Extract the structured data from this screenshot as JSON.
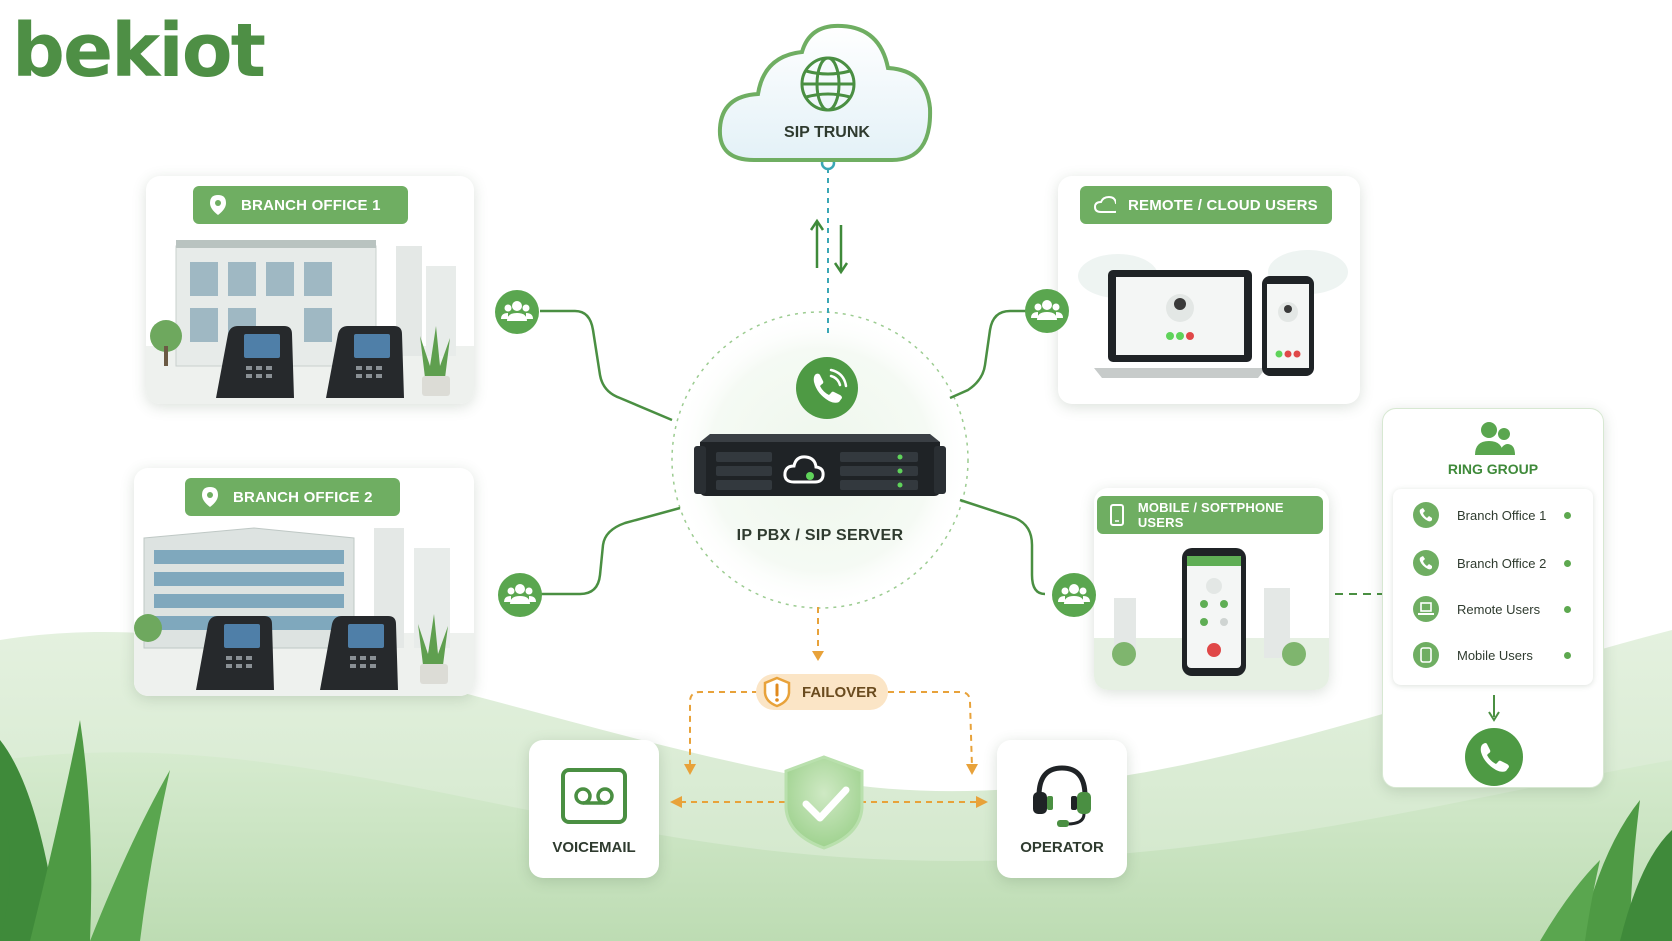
{
  "brand": {
    "logo_text": "bekiot",
    "color": "#4e8f45"
  },
  "colors": {
    "accent": "#6fae62",
    "accent_dark": "#3f8a3a",
    "failover": "#e8a23a",
    "trunk_link": "#3aa7b5",
    "text": "#2f3b2f"
  },
  "sip_trunk": {
    "label": "SIP TRUNK",
    "icon": "globe-icon"
  },
  "server": {
    "label": "IP PBX / SIP SERVER",
    "icon": "phone-icon"
  },
  "branch1": {
    "label": "BRANCH OFFICE 1",
    "icon": "location-pin-icon"
  },
  "branch2": {
    "label": "BRANCH OFFICE 2",
    "icon": "location-pin-icon"
  },
  "remote": {
    "label": "REMOTE / CLOUD USERS",
    "icon": "cloud-icon"
  },
  "mobile": {
    "label": "MOBILE / SOFTPHONE USERS",
    "icon": "smartphone-icon"
  },
  "failover": {
    "label": "FAILOVER",
    "icon": "warning-shield-icon"
  },
  "voicemail": {
    "label": "VOICEMAIL",
    "icon": "voicemail-icon"
  },
  "operator": {
    "label": "OPERATOR",
    "icon": "headset-icon"
  },
  "ring_group": {
    "title": "RING GROUP",
    "icon": "users-icon",
    "items": [
      {
        "label": "Branch Office 1",
        "icon": "phone-icon"
      },
      {
        "label": "Branch Office 2",
        "icon": "phone-icon"
      },
      {
        "label": "Remote Users",
        "icon": "laptop-icon"
      },
      {
        "label": "Mobile Users",
        "icon": "smartphone-icon"
      }
    ]
  }
}
